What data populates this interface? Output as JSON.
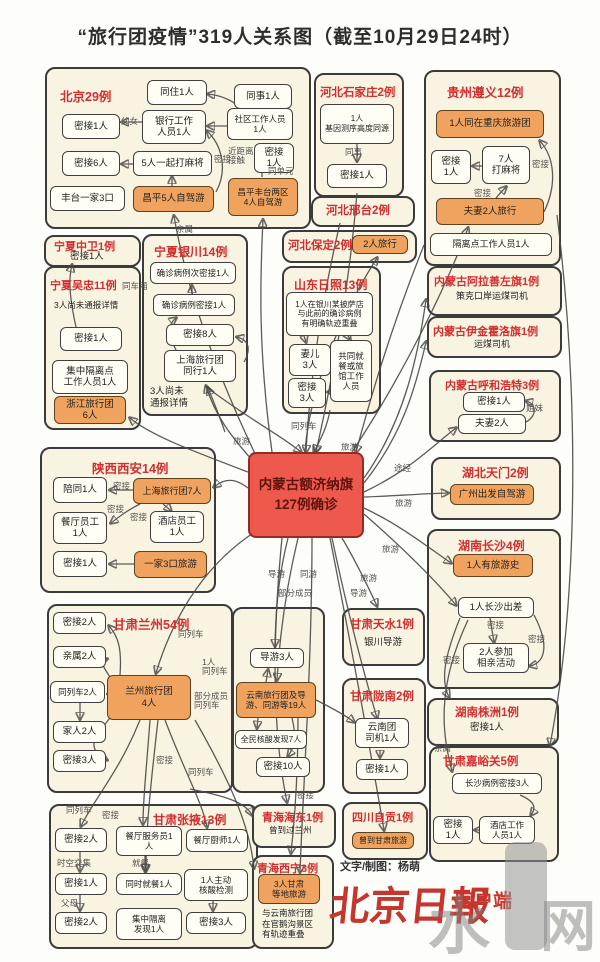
{
  "title": "“旅行团疫情”319人关系图（截至10月29日24时）",
  "credit": "文字/制图：杨萌",
  "logo": {
    "main": "北京日報",
    "sub": "客户端"
  },
  "watermark": {
    "c1": "水",
    "c2": "网"
  },
  "center": {
    "text": "内蒙古额济纳旗\n127例确诊"
  },
  "colors": {
    "group_bg": "#f9f4e2",
    "node_bg": "#fffdf4",
    "orange": "#f0a35f",
    "center_red": "#ed5a4d",
    "title_red": "#d02f2f"
  },
  "edge_labels": {
    "qinshu1": "亲属",
    "tongchexiang": "同车厢",
    "lvyou1": "旅游",
    "tonglieche_c": "同列车",
    "lvyou2": "旅游",
    "tujing": "途经",
    "lvyou3": "旅游",
    "lvyou4": "旅游",
    "lvyou5": "旅游",
    "tongyou": "同游",
    "daoyou1": "导游",
    "bufenchengyuan": "部分成员",
    "daoyou2": "导游",
    "qinshu2": "亲属",
    "mijie_x": "密接"
  },
  "groups": {
    "beijing": {
      "title": "北京29例",
      "nodes": {
        "n0": "同住1人",
        "n1": "同事1人",
        "n2": "密接1人",
        "n3": "银行工作\n人员1人",
        "n4": "社区工作人员\n1人",
        "n5": "密接\n1人",
        "n6": "密接6人",
        "n7": "5人一起打麻将",
        "n8": "丰台一家3口",
        "n9": "昌平5人自驾游",
        "n10": "昌平丰台两区\n4人自驾游"
      },
      "labels": {
        "funv": "父女",
        "mijie": "密接",
        "jinjuli": "近距离\n接触",
        "tongdanyuan": "同单元"
      }
    },
    "shijiazhuang": {
      "title": "河北石家庄2例",
      "nodes": {
        "n0": "1人\n基因测序高度同源",
        "n1": "密接1人"
      },
      "labels": {
        "tongshi": "同事"
      }
    },
    "zunyi": {
      "title": "贵州遵义12例",
      "nodes": {
        "n0": "1人同在重庆旅游团",
        "n1": "密接\n1人",
        "n2": "7人\n打麻将",
        "n3": "夫妻2人旅行",
        "n4": "隔离点工作人员1人"
      },
      "labels": {
        "mijie1": "密接",
        "mijie2": "密接"
      }
    },
    "xingtai": {
      "title": "河北邢台2例"
    },
    "baoding": {
      "title": "河北保定2例",
      "nodes": {
        "n0": "2人旅行"
      }
    },
    "zhongwei": {
      "title": "宁夏中卫1例",
      "text": "密接1人"
    },
    "wuzhong": {
      "title": "宁夏吴忠11例",
      "text": "3人尚未通报详情",
      "nodes": {
        "n0": "密接1人",
        "n1": "集中隔离点\n工作人员1人",
        "n2": "浙江旅行团\n6人"
      }
    },
    "yinchuan": {
      "title": "宁夏银川14例",
      "nodes": {
        "n0": "确诊病例次密接1人",
        "n1": "确诊病例密接1人",
        "n2": "密接8人",
        "n3": "上海旅行团\n同行1人"
      },
      "text": "3人尚未\n通报详情"
    },
    "rizhao": {
      "title": "山东日照13例",
      "nodes": {
        "n0": "1人在银川某披萨店\n与此前的确诊病例\n有明确轨迹重叠",
        "n1": "妻儿\n3人",
        "n2": "共同就\n餐或旅\n馆工作\n人员",
        "n3": "密接\n3人"
      }
    },
    "alashan": {
      "title": "内蒙古阿拉善左旗1例",
      "text": "策克口岸运煤司机"
    },
    "yijinhuoluo": {
      "title": "内蒙古伊金霍洛旗1例",
      "text": "运煤司机"
    },
    "huhehaote": {
      "title": "内蒙古呼和浩特3例",
      "nodes": {
        "n0": "密接1人",
        "n1": "夫妻2人"
      },
      "labels": {
        "jiemei": "姐妹"
      }
    },
    "xian": {
      "title": "陕西西安14例",
      "nodes": {
        "n0": "陪同1人",
        "n1": "上海旅行团7人",
        "n2": "餐厅员工\n1人",
        "n3": "酒店员工\n1人",
        "n4": "密接1人",
        "n5": "一家3口旅游"
      },
      "labels": {
        "mijie1": "密接",
        "mijie2": "密接",
        "mijie3": "密接"
      }
    },
    "tianmen": {
      "title": "湖北天门2例",
      "nodes": {
        "n0": "广州出发自驾游"
      }
    },
    "changsha": {
      "title": "湖南长沙4例",
      "nodes": {
        "n0": "1人有旅游史",
        "n1": "1人长沙出差",
        "n2": "2人参加\n相亲活动"
      },
      "labels": {
        "mijie1": "密接",
        "mijie2": "密接",
        "mijie3": "密接"
      }
    },
    "tianshui": {
      "title": "甘肃天水1例",
      "text": "银川导游"
    },
    "yunnantuan": {
      "nodes": {
        "n0": "导游3人",
        "n1": "云南旅行团及导\n游、同游等19人",
        "n2": "全民核酸发现7人",
        "n3": "密接10人"
      }
    },
    "longnan": {
      "title": "甘肃陇南2例",
      "nodes": {
        "n0": "云南团\n司机1人",
        "n1": "密接1人"
      }
    },
    "lanzhou": {
      "title": "甘肃兰州54例",
      "nodes": {
        "n0": "密接2人",
        "n1": "亲属2人",
        "n2": "同列车2人",
        "n3": "家人2人",
        "n4": "密接3人",
        "n5": "兰州旅行团\n4人"
      },
      "labels": {
        "tonglieche1": "同列车",
        "yiren": "1人\n同列车",
        "bufen": "部分成员\n同列车",
        "mijie": "密接",
        "tonglieche2": "同列车"
      }
    },
    "zhuzhou": {
      "title": "湖南株洲1例",
      "text": "密接1人"
    },
    "jiayuguan": {
      "title": "甘肃嘉峪关5例",
      "nodes": {
        "n0": "长沙病例密接3人",
        "n1": "密接\n1人",
        "n2": "酒店工作\n人员1人"
      }
    },
    "zhangye": {
      "title": "甘肃张掖13例",
      "nodes": {
        "n0": "密接2人",
        "n1": "餐厅服务员1\n人",
        "n2": "餐厅厨师1人",
        "n3": "密接1人",
        "n4": "同时就餐1人",
        "n5": "1人主动\n核酸检测",
        "n6": "密接2人",
        "n7": "集中隔离\n发现1人",
        "n8": "密接3人"
      },
      "labels": {
        "tonglieche": "同列车",
        "mijie": "密接",
        "shikong": "时空交集",
        "jiucan": "就餐",
        "fumu": "父母"
      }
    },
    "haidong": {
      "title": "青海海东1例",
      "text": "曾到过兰州"
    },
    "zigong": {
      "title": "四川自贡1例",
      "nodes": {
        "n0": "曾到甘肃旅游"
      }
    },
    "xining": {
      "title": "青海西宁3例",
      "nodes": {
        "n0": "3人甘肃\n等地旅游"
      },
      "text": "与云南旅行团\n在官鹅沟景区\n有轨迹重叠"
    }
  }
}
